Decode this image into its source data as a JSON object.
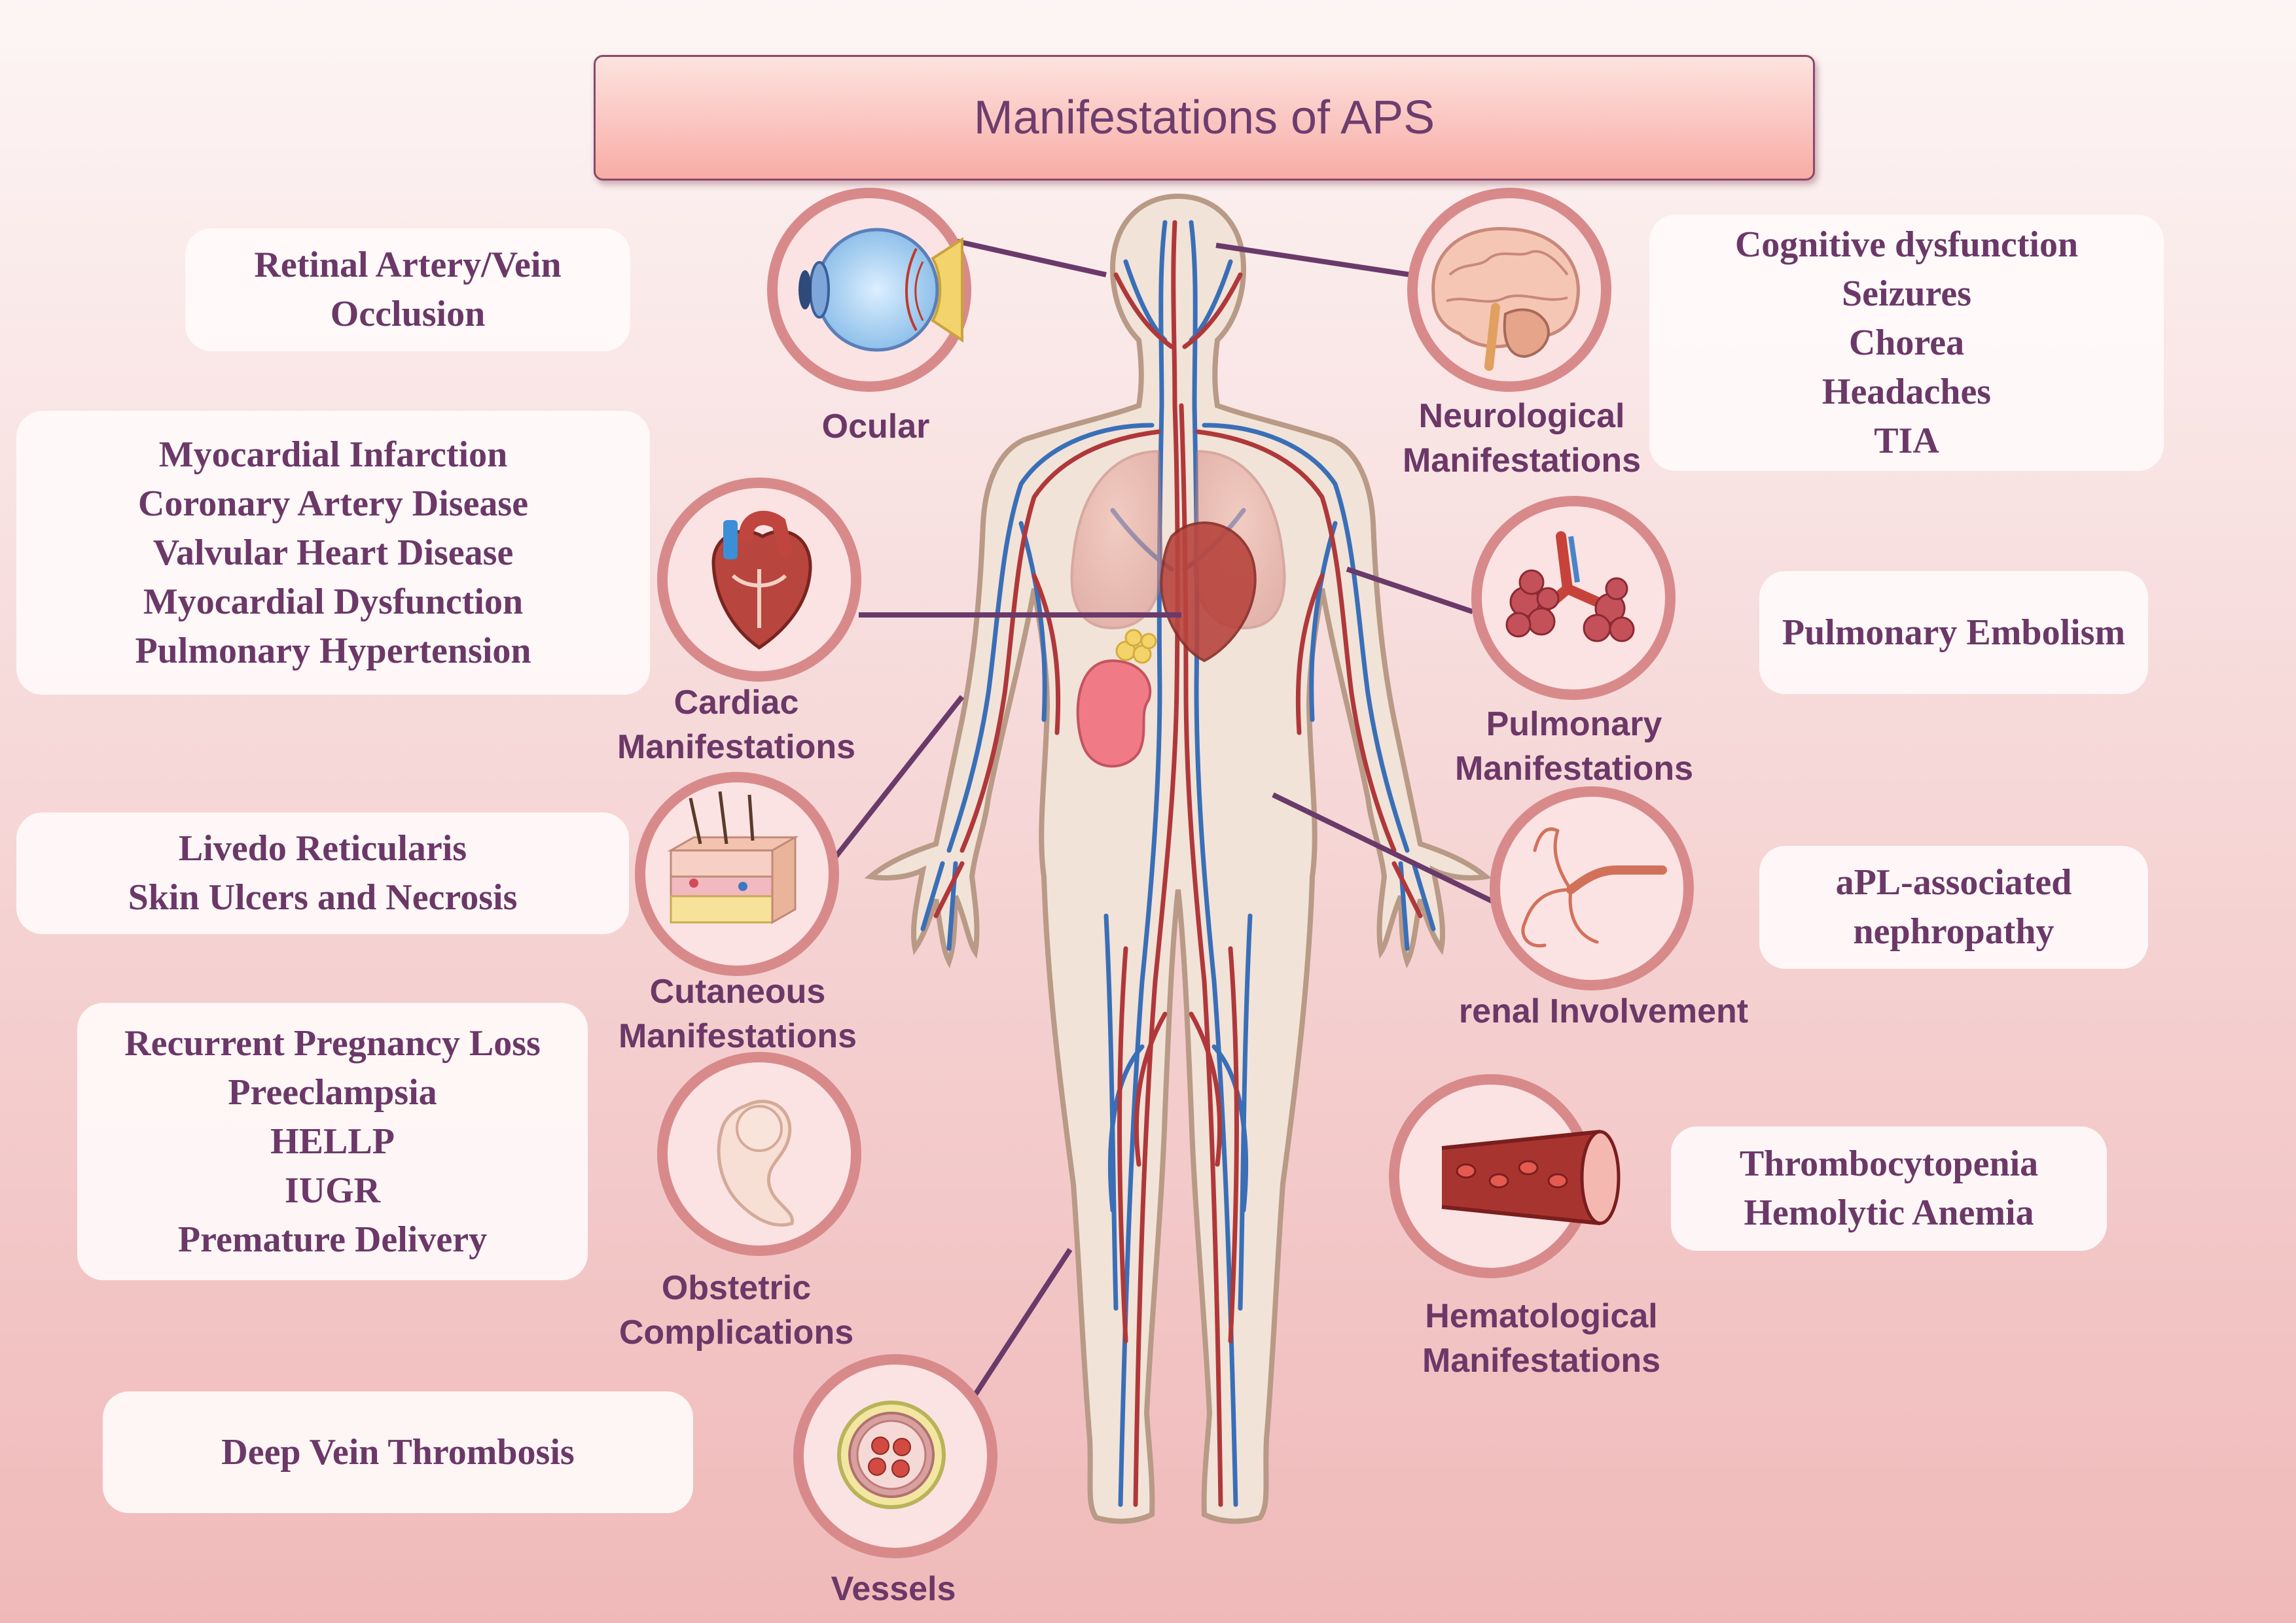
{
  "title": "Manifestations of APS",
  "colors": {
    "text": "#6b3868",
    "connector": "#6a3a6a",
    "circle_ring": "#d88a8a",
    "circle_fill": "#fbe3e3",
    "artery": "#b0383a",
    "vein": "#3a6fb8",
    "body_outline": "#b89a86"
  },
  "categories": [
    {
      "key": "ocular",
      "icon": "eye-icon",
      "caption": [
        "Ocular"
      ],
      "details": [
        "Retinal Artery/Vein",
        "Occlusion"
      ]
    },
    {
      "key": "neurological",
      "icon": "brain-icon",
      "caption": [
        "Neurological",
        "Manifestations"
      ],
      "details": [
        "Cognitive dysfunction",
        "Seizures",
        "Chorea",
        "Headaches",
        "TIA"
      ]
    },
    {
      "key": "cardiac",
      "icon": "heart-icon",
      "caption": [
        "Cardiac",
        "Manifestations"
      ],
      "details": [
        "Myocardial Infarction",
        "Coronary Artery Disease",
        "Valvular Heart Disease",
        "Myocardial Dysfunction",
        "Pulmonary Hypertension"
      ]
    },
    {
      "key": "pulmonary",
      "icon": "lungs-icon",
      "caption": [
        "Pulmonary",
        "Manifestations"
      ],
      "details": [
        "Pulmonary Embolism"
      ]
    },
    {
      "key": "cutaneous",
      "icon": "skin-icon",
      "caption": [
        "Cutaneous",
        "Manifestations"
      ],
      "details": [
        "Livedo Reticularis",
        "Skin Ulcers and Necrosis"
      ]
    },
    {
      "key": "renal",
      "icon": "kidney-vessel-icon",
      "caption": [
        "renal Involvement"
      ],
      "details": [
        "aPL-associated",
        "nephropathy"
      ]
    },
    {
      "key": "obstetric",
      "icon": "fetus-icon",
      "caption": [
        "Obstetric",
        "Complications"
      ],
      "details": [
        "Recurrent Pregnancy Loss",
        "Preeclampsia",
        "HELLP",
        "IUGR",
        "Premature Delivery"
      ]
    },
    {
      "key": "hematological",
      "icon": "blood-vessel-icon",
      "caption": [
        "Hematological",
        "Manifestations"
      ],
      "details": [
        "Thrombocytopenia",
        "Hemolytic Anemia"
      ]
    },
    {
      "key": "vessels",
      "icon": "vessel-cross-section-icon",
      "caption": [
        "Vessels"
      ],
      "details": [
        "Deep Vein Thrombosis"
      ]
    }
  ]
}
